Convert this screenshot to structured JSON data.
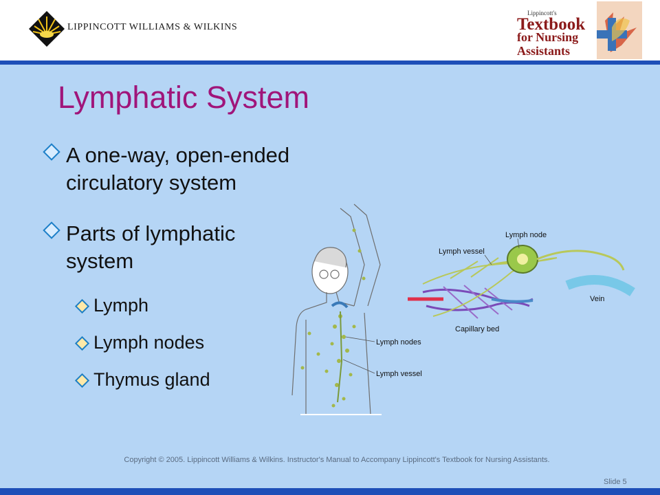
{
  "header": {
    "publisher": "LIPPINCOTT WILLIAMS & WILKINS",
    "book_logo_small": "Lippincott's",
    "book_logo_lines": [
      "Textbook",
      "for Nursing",
      "Assistants"
    ]
  },
  "slide": {
    "title": "Lymphatic System",
    "bullets": [
      {
        "text": "A one-way, open-ended circulatory system",
        "lines": [
          "A one-way, open-ended",
          "circulatory system"
        ]
      },
      {
        "text": "Parts of lymphatic system",
        "lines": [
          "Parts of lymphatic",
          "system"
        ],
        "subbullets": [
          "Lymph",
          "Lymph nodes",
          "Thymus gland"
        ]
      }
    ]
  },
  "figure": {
    "labels": {
      "lymph_node": "Lymph node",
      "lymph_vessel": "Lymph vessel",
      "vein": "Vein",
      "capillary_bed": "Capillary bed",
      "lymph_nodes": "Lymph nodes",
      "lymph_vessel_body": "Lymph vessel"
    }
  },
  "footer": {
    "copyright": "Copyright © 2005.  Lippincott Williams & Wilkins. Instructor's Manual  to Accompany Lippincott's Textbook for Nursing Assistants.",
    "slide_number": "Slide 5"
  },
  "colors": {
    "background": "#b5d5f5",
    "title": "#a0157a",
    "rule": "#1e4fb8",
    "bullet_outline": "#1c7fc8"
  }
}
